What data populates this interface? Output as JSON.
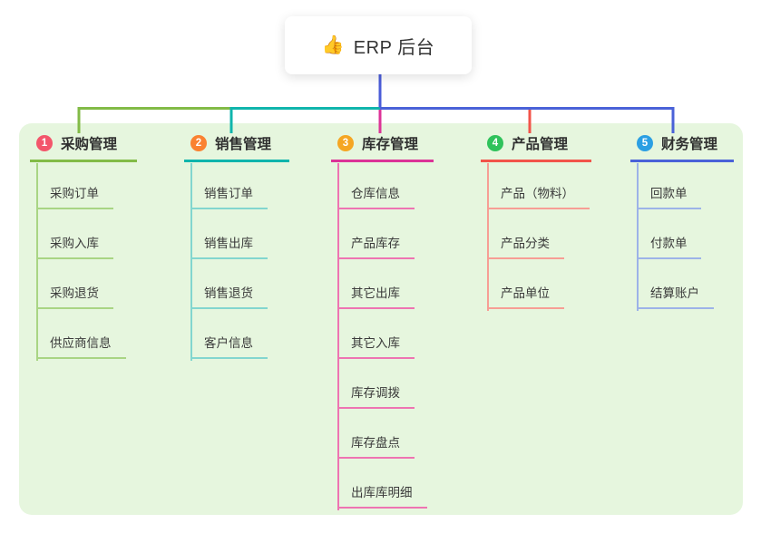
{
  "root": {
    "icon": "👍",
    "title": "ERP 后台"
  },
  "colors": {
    "panel_background": "#e6f6de",
    "root_connector": "#4a5cd8",
    "root_text": "#333333"
  },
  "branches": [
    {
      "num": "1",
      "title": "采购管理",
      "badge_color": "#f3566b",
      "line_color": "#82bb47",
      "child_line_color": "#a9d584",
      "children": [
        "采购订单",
        "采购入库",
        "采购退货",
        "供应商信息"
      ]
    },
    {
      "num": "2",
      "title": "销售管理",
      "badge_color": "#fa8231",
      "line_color": "#10b5ac",
      "child_line_color": "#82d6cf",
      "children": [
        "销售订单",
        "销售出库",
        "销售退货",
        "客户信息"
      ]
    },
    {
      "num": "3",
      "title": "库存管理",
      "badge_color": "#f5a623",
      "line_color": "#dc3397",
      "child_line_color": "#ee74b2",
      "children": [
        "仓库信息",
        "产品库存",
        "其它出库",
        "其它入库",
        "库存调拨",
        "库存盘点",
        "出库库明细"
      ]
    },
    {
      "num": "4",
      "title": "产品管理",
      "badge_color": "#2fc25b",
      "line_color": "#f2544a",
      "child_line_color": "#f79e95",
      "children": [
        "产品（物料）",
        "产品分类",
        "产品单位"
      ]
    },
    {
      "num": "5",
      "title": "财务管理",
      "badge_color": "#2b9fe3",
      "line_color": "#4a62d8",
      "child_line_color": "#9db3e8",
      "children": [
        "回款单",
        "付款单",
        "结算账户"
      ]
    }
  ]
}
